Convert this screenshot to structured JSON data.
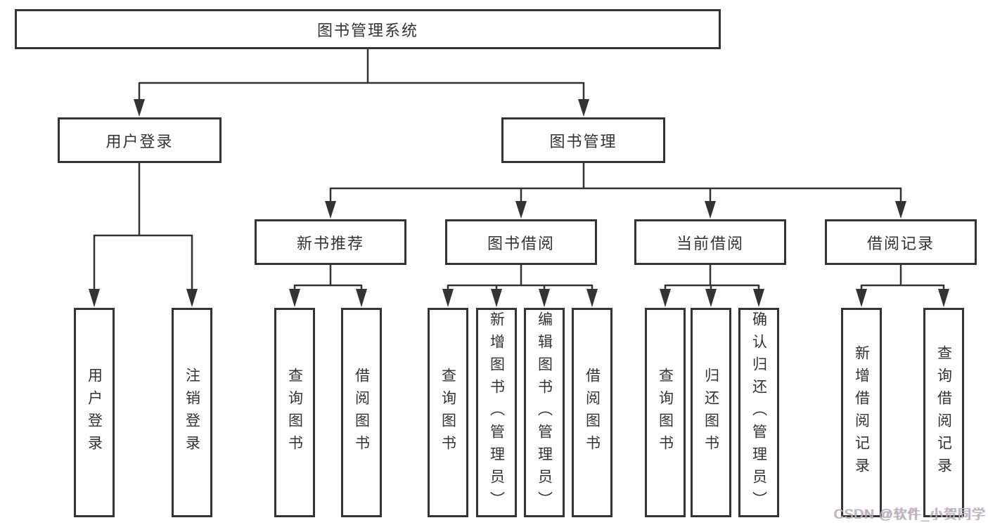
{
  "diagram": {
    "type": "hierarchy-tree",
    "title": "图书管理系统",
    "nodes": {
      "root": {
        "label": "图书管理系统"
      },
      "user_login": {
        "label": "用户登录"
      },
      "book_mgmt": {
        "label": "图书管理"
      },
      "new_book_rec": {
        "label": "新书推荐"
      },
      "book_borrow": {
        "label": "图书借阅"
      },
      "current_borrow": {
        "label": "当前借阅"
      },
      "borrow_record": {
        "label": "借阅记录"
      },
      "leaf_user_login": {
        "label": "用户登录"
      },
      "leaf_logout": {
        "label": "注销登录"
      },
      "leaf_nbr_query_book": {
        "label": "查询图书"
      },
      "leaf_nbr_borrow_book": {
        "label": "借阅图书"
      },
      "leaf_bb_query_book": {
        "label": "查询图书"
      },
      "leaf_bb_add_book": {
        "label": "新增图书（管理员）"
      },
      "leaf_bb_edit_book": {
        "label": "编辑图书（管理员）"
      },
      "leaf_bb_borrow_book": {
        "label": "借阅图书"
      },
      "leaf_cb_query_book": {
        "label": "查询图书"
      },
      "leaf_cb_return_book": {
        "label": "归还图书"
      },
      "leaf_cb_confirm_return": {
        "label": "确认归还（管理员）"
      },
      "leaf_br_add_record": {
        "label": "新增借阅记录"
      },
      "leaf_br_query_record": {
        "label": "查询借阅记录"
      }
    },
    "edges": [
      [
        "root",
        "user_login"
      ],
      [
        "root",
        "book_mgmt"
      ],
      [
        "user_login",
        "leaf_user_login"
      ],
      [
        "user_login",
        "leaf_logout"
      ],
      [
        "book_mgmt",
        "new_book_rec"
      ],
      [
        "book_mgmt",
        "book_borrow"
      ],
      [
        "book_mgmt",
        "current_borrow"
      ],
      [
        "book_mgmt",
        "borrow_record"
      ],
      [
        "new_book_rec",
        "leaf_nbr_query_book"
      ],
      [
        "new_book_rec",
        "leaf_nbr_borrow_book"
      ],
      [
        "book_borrow",
        "leaf_bb_query_book"
      ],
      [
        "book_borrow",
        "leaf_bb_add_book"
      ],
      [
        "book_borrow",
        "leaf_bb_edit_book"
      ],
      [
        "book_borrow",
        "leaf_bb_borrow_book"
      ],
      [
        "current_borrow",
        "leaf_cb_query_book"
      ],
      [
        "current_borrow",
        "leaf_cb_return_book"
      ],
      [
        "current_borrow",
        "leaf_cb_confirm_return"
      ],
      [
        "borrow_record",
        "leaf_br_add_record"
      ],
      [
        "borrow_record",
        "leaf_br_query_record"
      ]
    ],
    "colors": {
      "line": "#333333",
      "box_border": "#333333",
      "box_fill": "#ffffff",
      "text": "#333333",
      "background": "#ffffff"
    }
  },
  "watermark": {
    "text": "CSDN @软件_小贺同学",
    "color": "#b8b8b8"
  }
}
